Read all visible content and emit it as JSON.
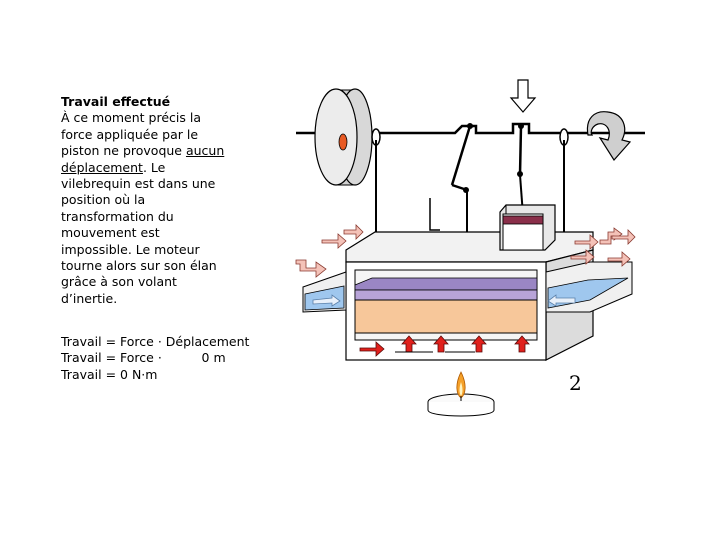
{
  "text": {
    "title": "Travail effectué",
    "lines": [
      "À ce moment précis la",
      "force appliquée par le",
      "piston ne provoque ",
      "déplacement",
      ". Le",
      "vilebrequin est dans une",
      "position où la",
      "transformation du",
      "mouvement est",
      "impossible. Le moteur",
      "tourne alors sur son élan",
      "grâce à son volant",
      "d’inertie."
    ],
    "underlined_word": "aucun"
  },
  "formulas": [
    "Travail = Force · Déplacement",
    "Travail = Force ·          0 m",
    "Travail = 0 N·m"
  ],
  "step_number": "2",
  "colors": {
    "flywheel": "#e8e8e8",
    "water": "#9fc7ee",
    "gas": "#f7c79a",
    "piston": "#b8a4d8",
    "arrow_red": "#e0201c",
    "arrow_pink": "#f4c2b8",
    "flame": "#f5a12a",
    "cylinder_top": "#8a2f4a"
  },
  "icons": [
    "flywheel-icon",
    "push-arrow-icon",
    "rotation-arrow-icon",
    "candle-icon",
    "heat-arrow-icon"
  ]
}
